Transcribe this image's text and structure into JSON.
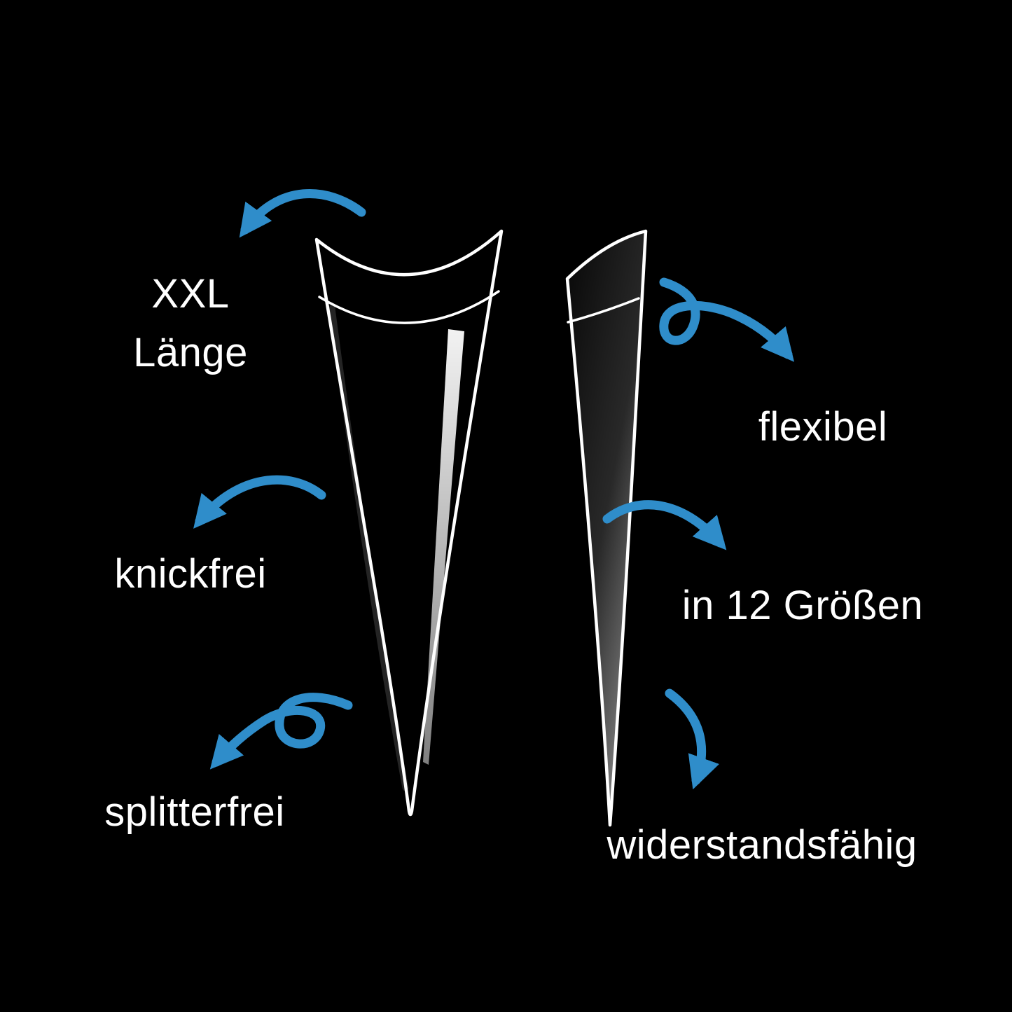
{
  "colors": {
    "background": "#000000",
    "accent_blue": "#2f8dca",
    "line_white": "#ffffff",
    "text_white": "#ffffff"
  },
  "labels": {
    "xxl": {
      "line1": "XXL",
      "line2": "Länge"
    },
    "knickfrei": "knickfrei",
    "splitterfrei": "splitterfrei",
    "flexibel": "flexibel",
    "sizes": "in 12 Größen",
    "resistant": "widerstandsfähig"
  }
}
